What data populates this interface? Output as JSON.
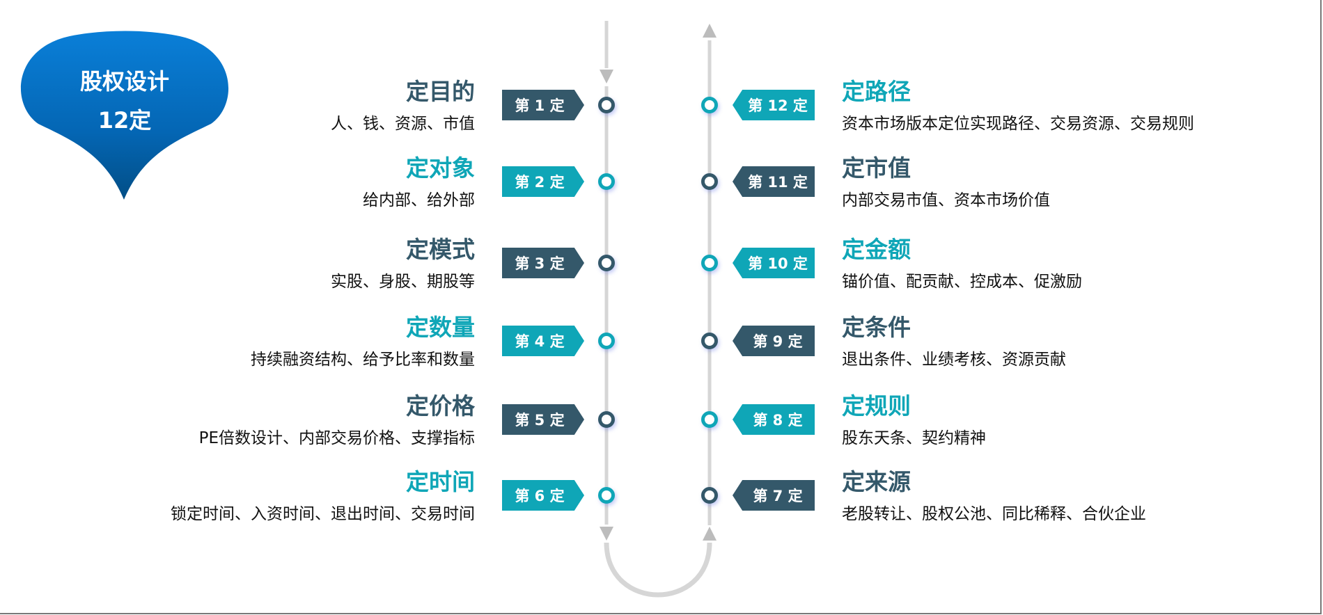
{
  "badge": {
    "line1": "股权设计",
    "line2": "12定"
  },
  "colors": {
    "dark": "#34586a",
    "teal": "#0fa6b7",
    "line": "#d6d6d6",
    "arrow": "#bcbcbc",
    "pin_top": "#0a7fd8",
    "pin_bottom": "#024e86"
  },
  "left": [
    {
      "tag": "第 1 定",
      "title": "定目的",
      "desc": "人、钱、资源、市值",
      "tone": "dark"
    },
    {
      "tag": "第 2 定",
      "title": "定对象",
      "desc": "给内部、给外部",
      "tone": "teal"
    },
    {
      "tag": "第 3 定",
      "title": "定模式",
      "desc": "实股、身股、期股等",
      "tone": "dark"
    },
    {
      "tag": "第 4 定",
      "title": "定数量",
      "desc": "持续融资结构、给予比率和数量",
      "tone": "teal"
    },
    {
      "tag": "第 5 定",
      "title": "定价格",
      "desc": "PE倍数设计、内部交易价格、支撑指标",
      "tone": "dark"
    },
    {
      "tag": "第 6 定",
      "title": "定时间",
      "desc": "锁定时间、入资时间、退出时间、交易时间",
      "tone": "teal"
    }
  ],
  "right": [
    {
      "tag": "第 12 定",
      "title": "定路径",
      "desc": "资本市场版本定位实现路径、交易资源、交易规则",
      "tone": "teal"
    },
    {
      "tag": "第 11 定",
      "title": "定市值",
      "desc": "内部交易市值、资本市场价值",
      "tone": "dark"
    },
    {
      "tag": "第 10 定",
      "title": "定金额",
      "desc": "锚价值、配贡献、控成本、促激励",
      "tone": "teal"
    },
    {
      "tag": "第 9 定",
      "title": "定条件",
      "desc": "退出条件、业绩考核、资源贡献",
      "tone": "dark"
    },
    {
      "tag": "第 8 定",
      "title": "定规则",
      "desc": "股东天条、契约精神",
      "tone": "teal"
    },
    {
      "tag": "第 7 定",
      "title": "定来源",
      "desc": "老股转让、股权公池、同比稀释、合伙企业",
      "tone": "dark"
    }
  ]
}
